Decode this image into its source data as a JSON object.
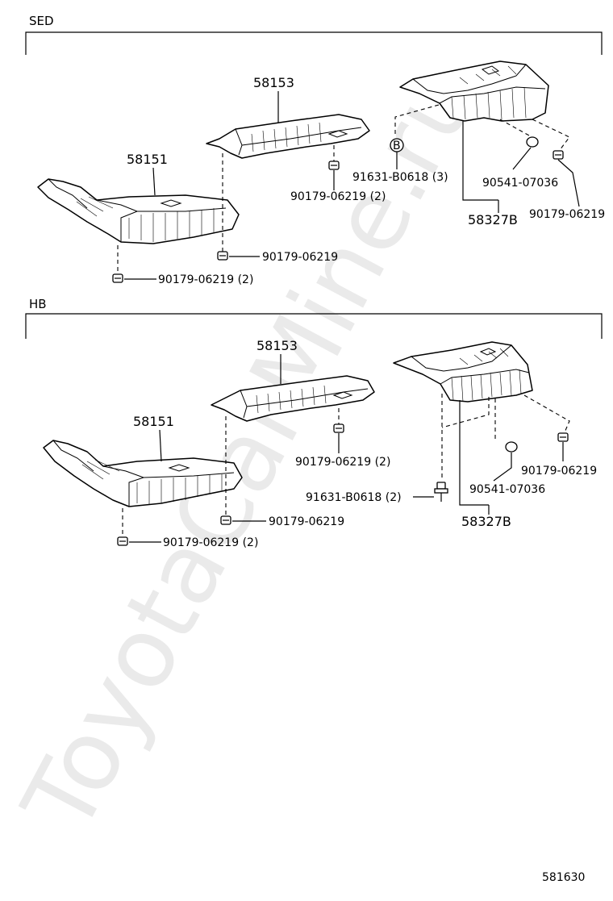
{
  "watermark": "ToyotaCarMine.ru",
  "figure_number": "581630",
  "sections": {
    "sed": {
      "title": "SED",
      "parts": {
        "front_cover": "58151",
        "center_cover": "58153",
        "rear_cover": "58327B"
      },
      "fasteners": {
        "center_clip": "90179-06219 (2)",
        "front_clip_upper": "90179-06219",
        "front_clip_lower": "90179-06219 (2)",
        "bolt": "91631-B0618 (3)",
        "grommet": "90541-07036",
        "rear_clip": "90179-06219"
      },
      "callout_letter": "B"
    },
    "hb": {
      "title": "HB",
      "parts": {
        "front_cover": "58151",
        "center_cover": "58153",
        "rear_cover": "58327B"
      },
      "fasteners": {
        "center_clip": "90179-06219 (2)",
        "front_clip_upper": "90179-06219",
        "front_clip_lower": "90179-06219 (2)",
        "bolt": "91631-B0618 (2)",
        "grommet": "90541-07036",
        "rear_clip": "90179-06219"
      }
    }
  }
}
